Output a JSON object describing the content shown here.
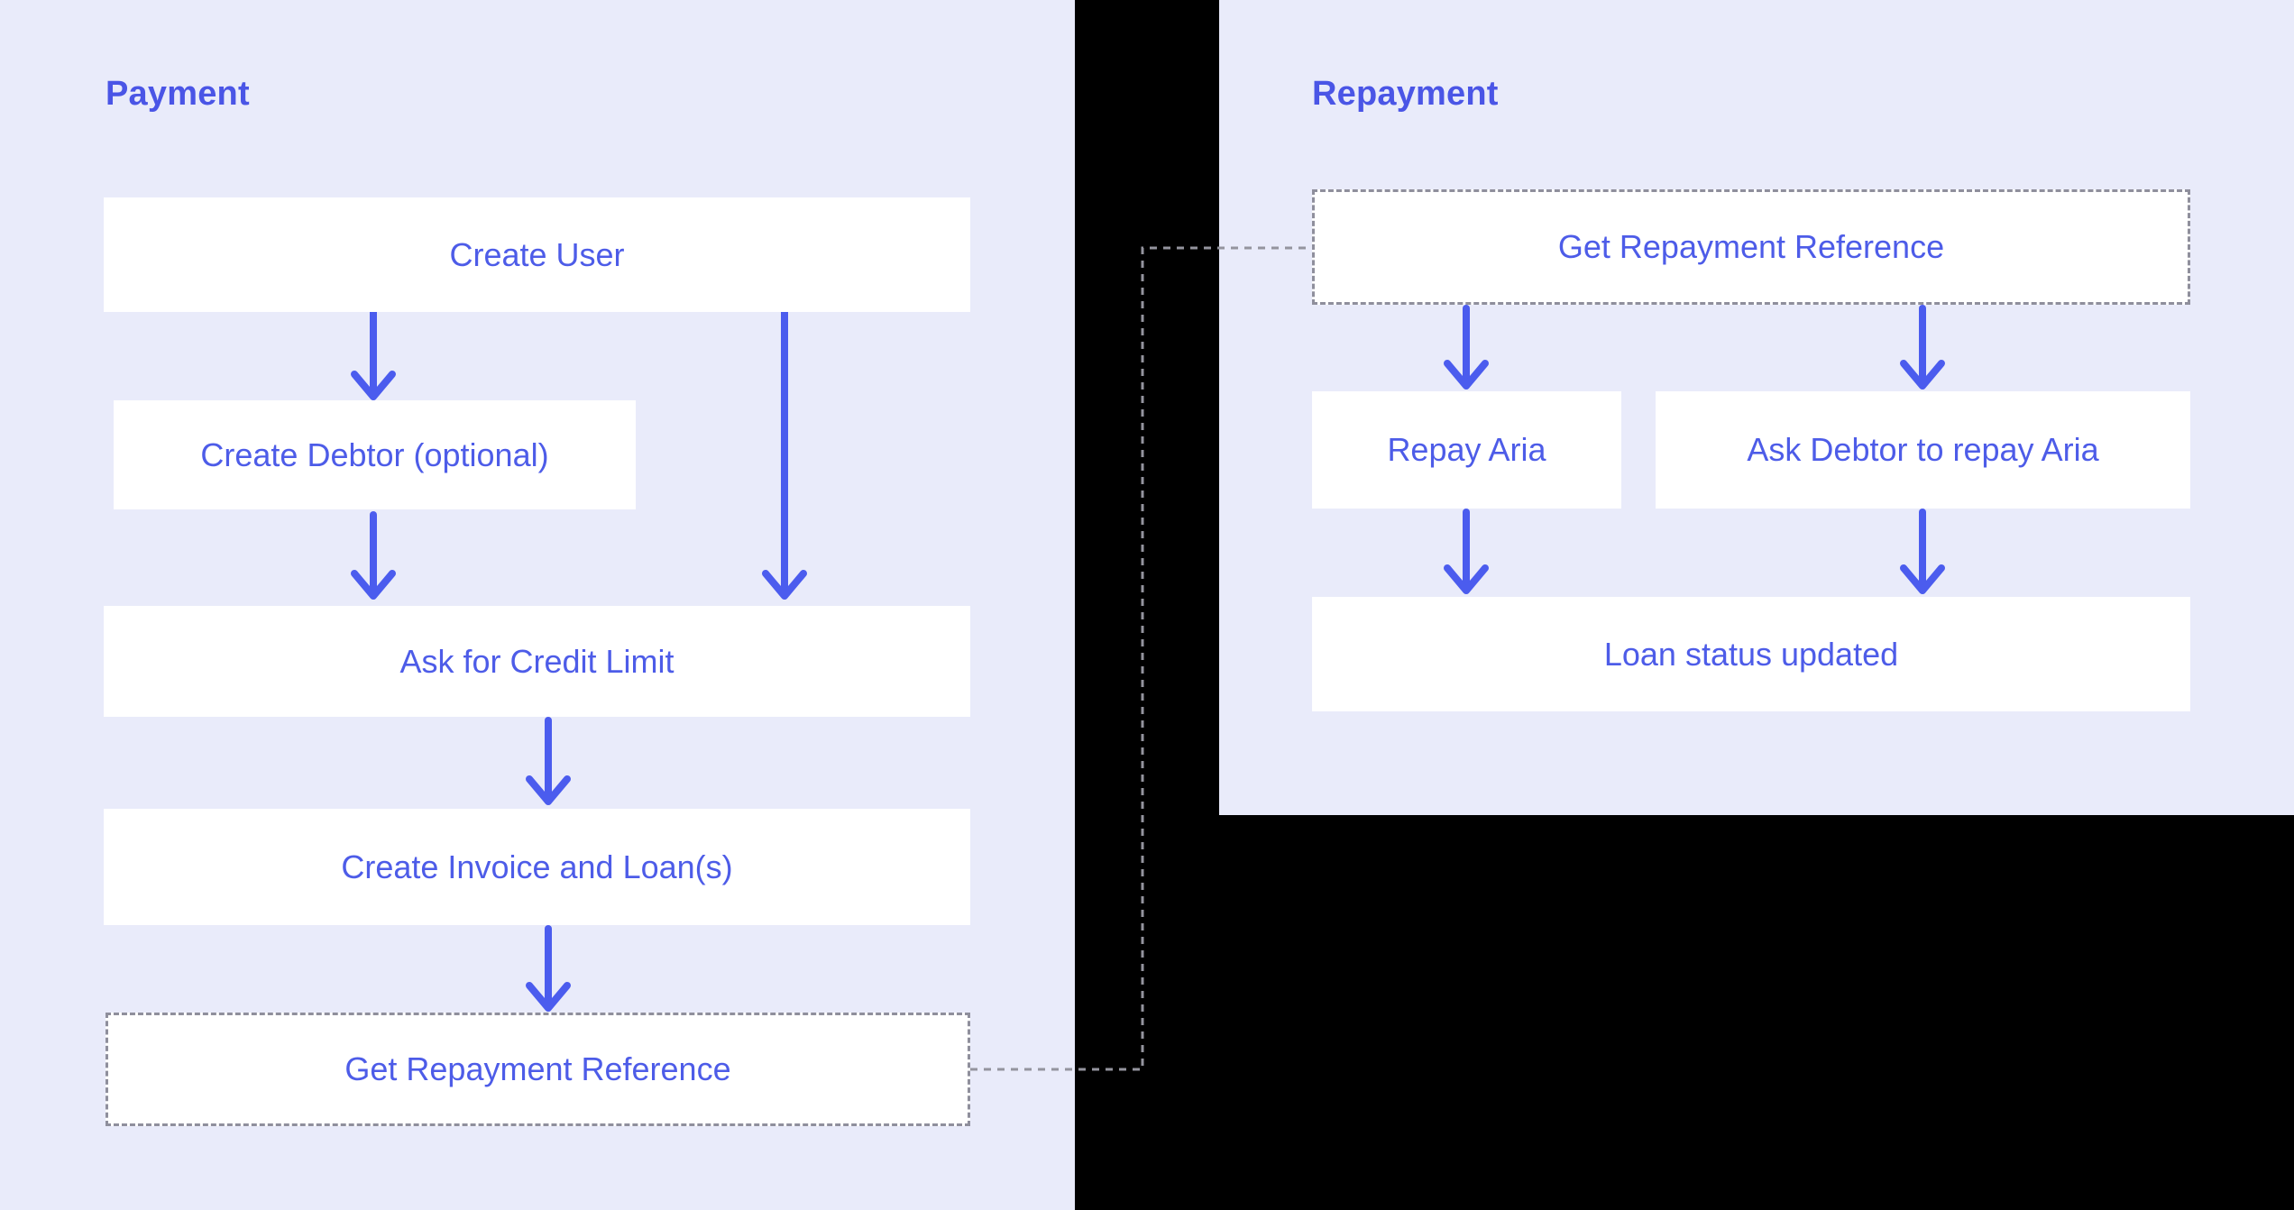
{
  "colors": {
    "page-bg": "#000000",
    "panel-bg": "#e9ebfa",
    "node-bg": "#ffffff",
    "label-text": "#4d5ce8",
    "title-text": "#4a55e6",
    "arrow": "#4b5cee",
    "connector": "#94949e",
    "dashed-border": "#8f8f9c"
  },
  "panels": [
    {
      "title": "Payment",
      "nodes": [
        {
          "label": "Create User"
        },
        {
          "label": "Create Debtor (optional)"
        },
        {
          "label": "Ask for Credit Limit"
        },
        {
          "label": "Create Invoice and Loan(s)"
        },
        {
          "label": "Get Repayment Reference"
        }
      ]
    },
    {
      "title": "Repayment",
      "nodes": [
        {
          "label": "Get Repayment Reference"
        },
        {
          "label": "Repay Aria"
        },
        {
          "label": "Ask Debtor to repay Aria"
        },
        {
          "label": "Loan status updated"
        }
      ]
    }
  ]
}
